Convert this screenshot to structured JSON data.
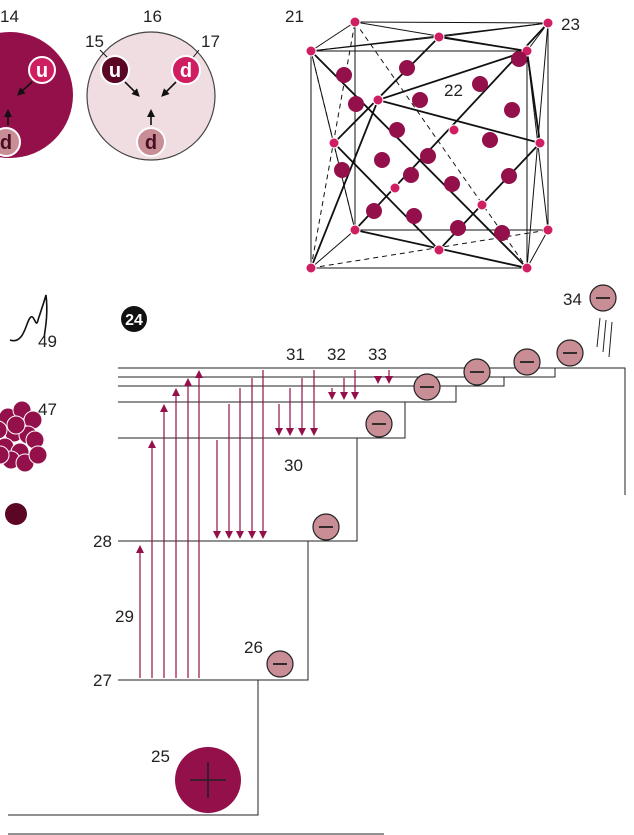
{
  "colors": {
    "crimson": "#93104a",
    "dark_crimson": "#5c0626",
    "magenta": "#cf1f62",
    "pale_pink": "#f0dde2",
    "mauve": "#c98d96",
    "grey_line": "#333333"
  },
  "labels": {
    "n14": "14",
    "n15": "15",
    "n16": "16",
    "n17": "17",
    "n21": "21",
    "n22": "22",
    "n23": "23",
    "n24": "24",
    "n25": "25",
    "n26": "26",
    "n27": "27",
    "n28": "28",
    "n29": "29",
    "n30": "30",
    "n31": "31",
    "n32": "32",
    "n33": "33",
    "n34": "34",
    "n47": "47",
    "n49": "49"
  },
  "quark_symbols": {
    "up": "u",
    "down": "d"
  },
  "icons": {
    "electron": "minus-circle-icon",
    "positron": "plus-circle-icon",
    "photon": "wavy-line-icon"
  }
}
